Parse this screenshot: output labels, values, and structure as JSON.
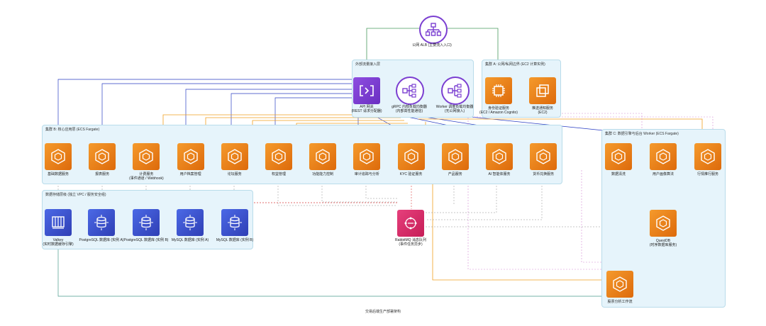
{
  "caption": "交易后端生产部署架构",
  "groups": {
    "ingress": "外部流量接入层",
    "cluster_a": "集群 A: 公网/私网边界 (EC2 计算实例)",
    "cluster_b": "集群 B: 核心应用层 (ECS Fargate)",
    "storage": "数据存储层级 (独立 VPC / 服务安全组)",
    "cluster_c": "集群 C: 数据引擎与后台 Worker (ECS Fargate)"
  },
  "nodes": {
    "alb": {
      "l1": "公网 ALB (主要流入入口)",
      "l2": ""
    },
    "api_gw": {
      "l1": "API 网关",
      "l2": "(REST 请求分配器)"
    },
    "grpc_lb": {
      "l1": "gRPC 内部负载均衡器",
      "l2": "(内部高性能通信)"
    },
    "worker_lb": {
      "l1": "Worker 调度负载均衡器",
      "l2": "(无公网接入)"
    },
    "auth": {
      "l1": "身份验证服务",
      "l2": "(EC2 / Amazon Cognito)"
    },
    "push": {
      "l1": "推送通知服务",
      "l2": "(EC2)"
    },
    "base_data": {
      "l1": "基础数据服务",
      "l2": ""
    },
    "order": {
      "l1": "报表服务",
      "l2": ""
    },
    "calc": {
      "l1": "计费服务",
      "l2": "(事件通道 / Webhook)"
    },
    "user_profile": {
      "l1": "用户档案管理",
      "l2": ""
    },
    "forum": {
      "l1": "论坛服务",
      "l2": ""
    },
    "permission": {
      "l1": "权益管理",
      "l2": ""
    },
    "feature": {
      "l1": "功能能力控制",
      "l2": ""
    },
    "audit": {
      "l1": "审计追踪与分析",
      "l2": ""
    },
    "kyc": {
      "l1": "KYC 验证服务",
      "l2": ""
    },
    "product": {
      "l1": "产品服务",
      "l2": ""
    },
    "ai": {
      "l1": "AI 智能体服务",
      "l2": ""
    },
    "wallet": {
      "l1": "货币兑换服务",
      "l2": ""
    },
    "data_clean": {
      "l1": "数据清洗",
      "l2": ""
    },
    "user_agg": {
      "l1": "用户画像算法",
      "l2": ""
    },
    "market": {
      "l1": "行情推行服务",
      "l2": ""
    },
    "valkey": {
      "l1": "Valkey",
      "l2": "(实时数据缓存引擎)"
    },
    "pg_a": {
      "l1": "PostgreSQL 数据库 (实例 A)",
      "l2": ""
    },
    "pg_b": {
      "l1": "PostgreSQL 数据库 (实例 B)",
      "l2": ""
    },
    "mysql_a": {
      "l1": "MySQL 数据库 (实例 A)",
      "l2": ""
    },
    "mysql_b": {
      "l1": "MySQL 数据库 (实例 B)",
      "l2": ""
    },
    "rabbitmq": {
      "l1": "RabbitMQ 消息队列",
      "l2": "(事件任务异步)"
    },
    "questdb": {
      "l1": "QuestDB",
      "l2": "(时序数据库服务)"
    },
    "analytics": {
      "l1": "股票分析工作流",
      "l2": ""
    }
  },
  "colors": {
    "green": "#4a9a5c",
    "blue": "#2b3fc4",
    "orange": "#f0a020",
    "pink": "#d48bd6",
    "red": "#d94040",
    "gray": "#8f8f8f",
    "darkred": "#a83232"
  }
}
